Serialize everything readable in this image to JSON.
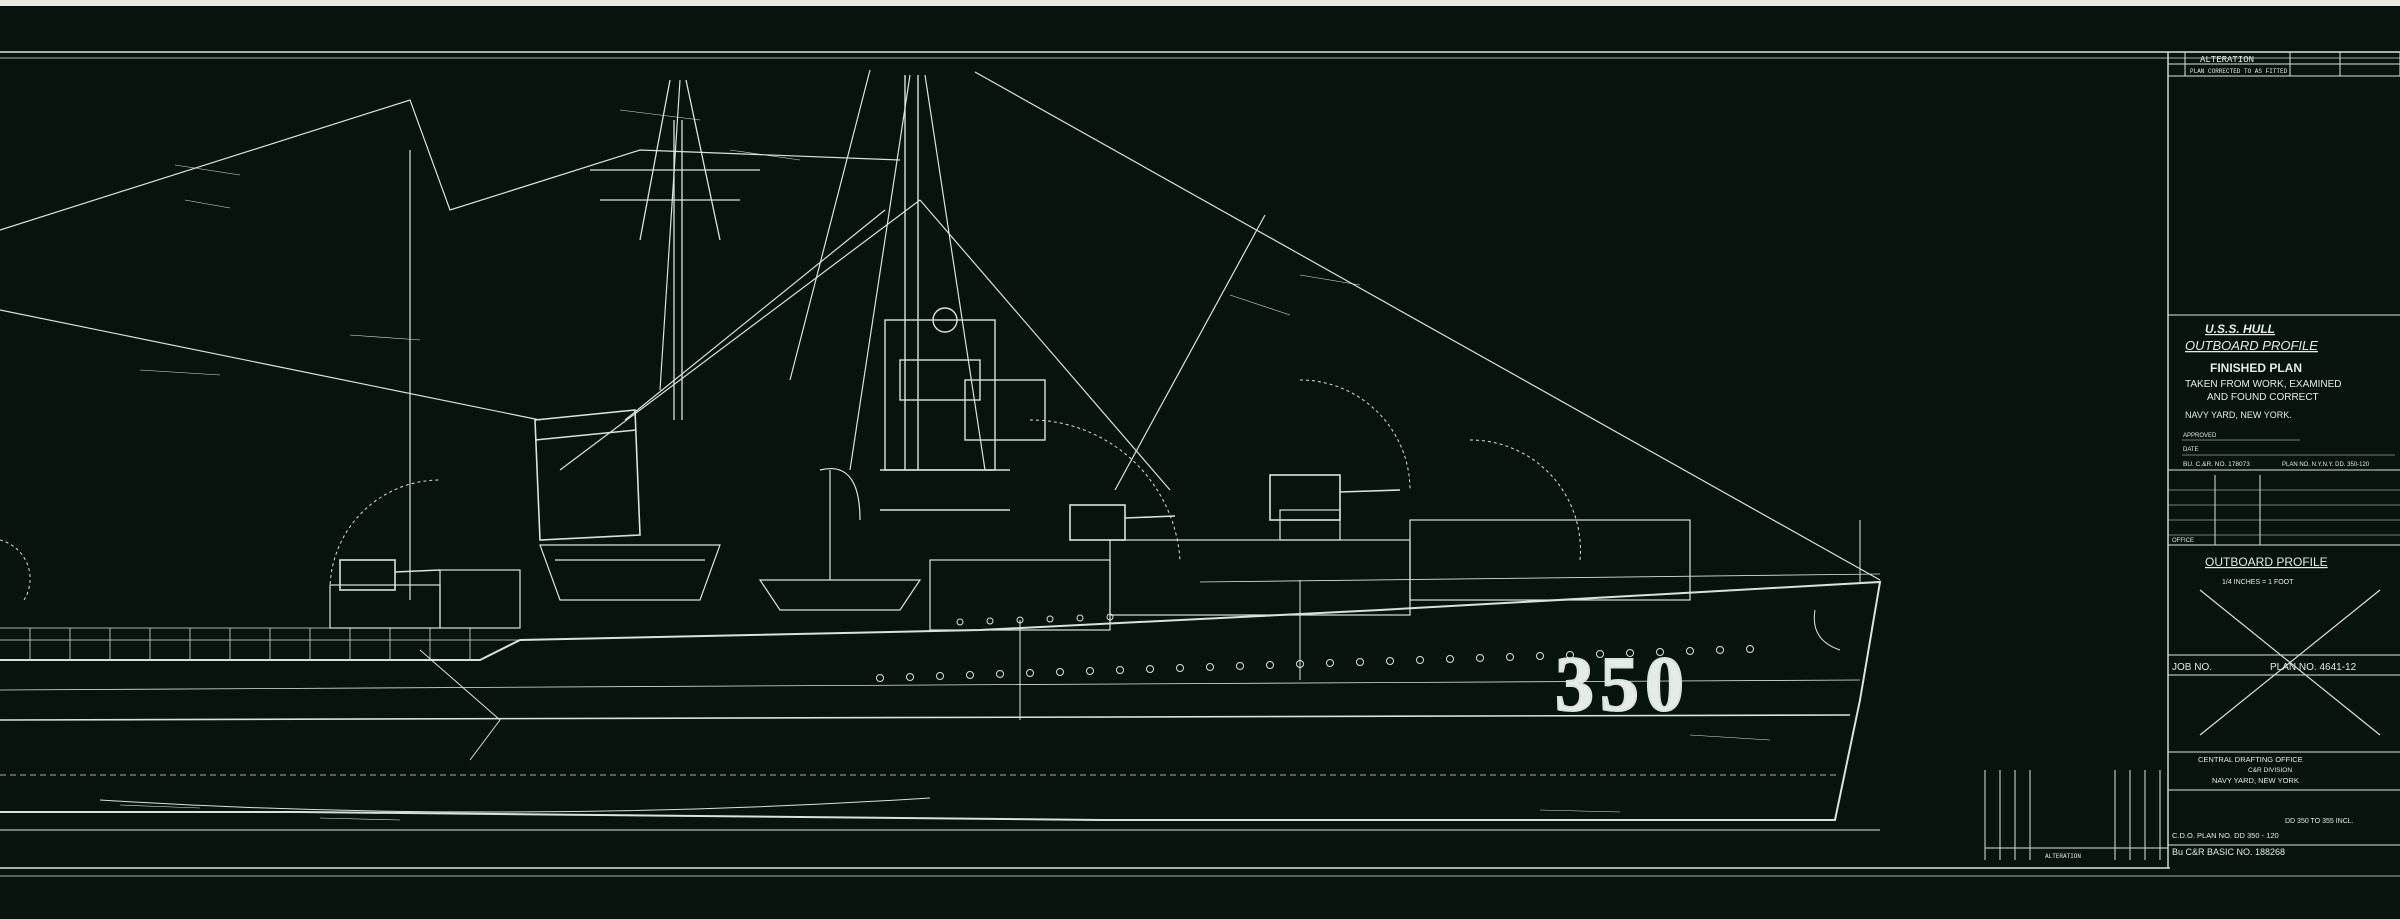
{
  "colors": {
    "background": "#07140e",
    "line": "#d9e3dd",
    "paper_edge": "#eaeae4"
  },
  "revision_block": {
    "column_header": "ALTERATION",
    "entry": "PLAN CORRECTED TO AS FITTED"
  },
  "title_block": {
    "ship": "U.S.S. HULL",
    "drawing": "OUTBOARD PROFILE",
    "status": "FINISHED PLAN",
    "note_line1": "TAKEN FROM WORK, EXAMINED",
    "note_line2": "AND FOUND CORRECT",
    "yard": "NAVY YARD, NEW YORK.",
    "approved_label": "APPROVED",
    "date_label": "DATE",
    "bu_label": "BU. C.&R. NO. 178073",
    "plan_ref": "PLAN NO. N.Y.N.Y. DD. 350-120",
    "office_label": "OFFICE",
    "title_repeat": "OUTBOARD PROFILE",
    "scale": "1/4 INCHES = 1 FOOT",
    "job_no": "JOB NO.",
    "plan_no": "PLAN NO. 4641-12",
    "drafting_office": "CENTRAL DRAFTING OFFICE",
    "division": "C&R DIVISION",
    "yard_repeat": "NAVY YARD, NEW YORK",
    "class_plan": "DD 350 TO 355 INCL.",
    "cdo_plan": "C.D.O. PLAN NO. DD 350 - 120",
    "basic_no": "Bu C&R BASIC NO. 188268"
  },
  "hull_number": "350",
  "bottom_strip": {
    "column_header": "ALTERATION"
  }
}
